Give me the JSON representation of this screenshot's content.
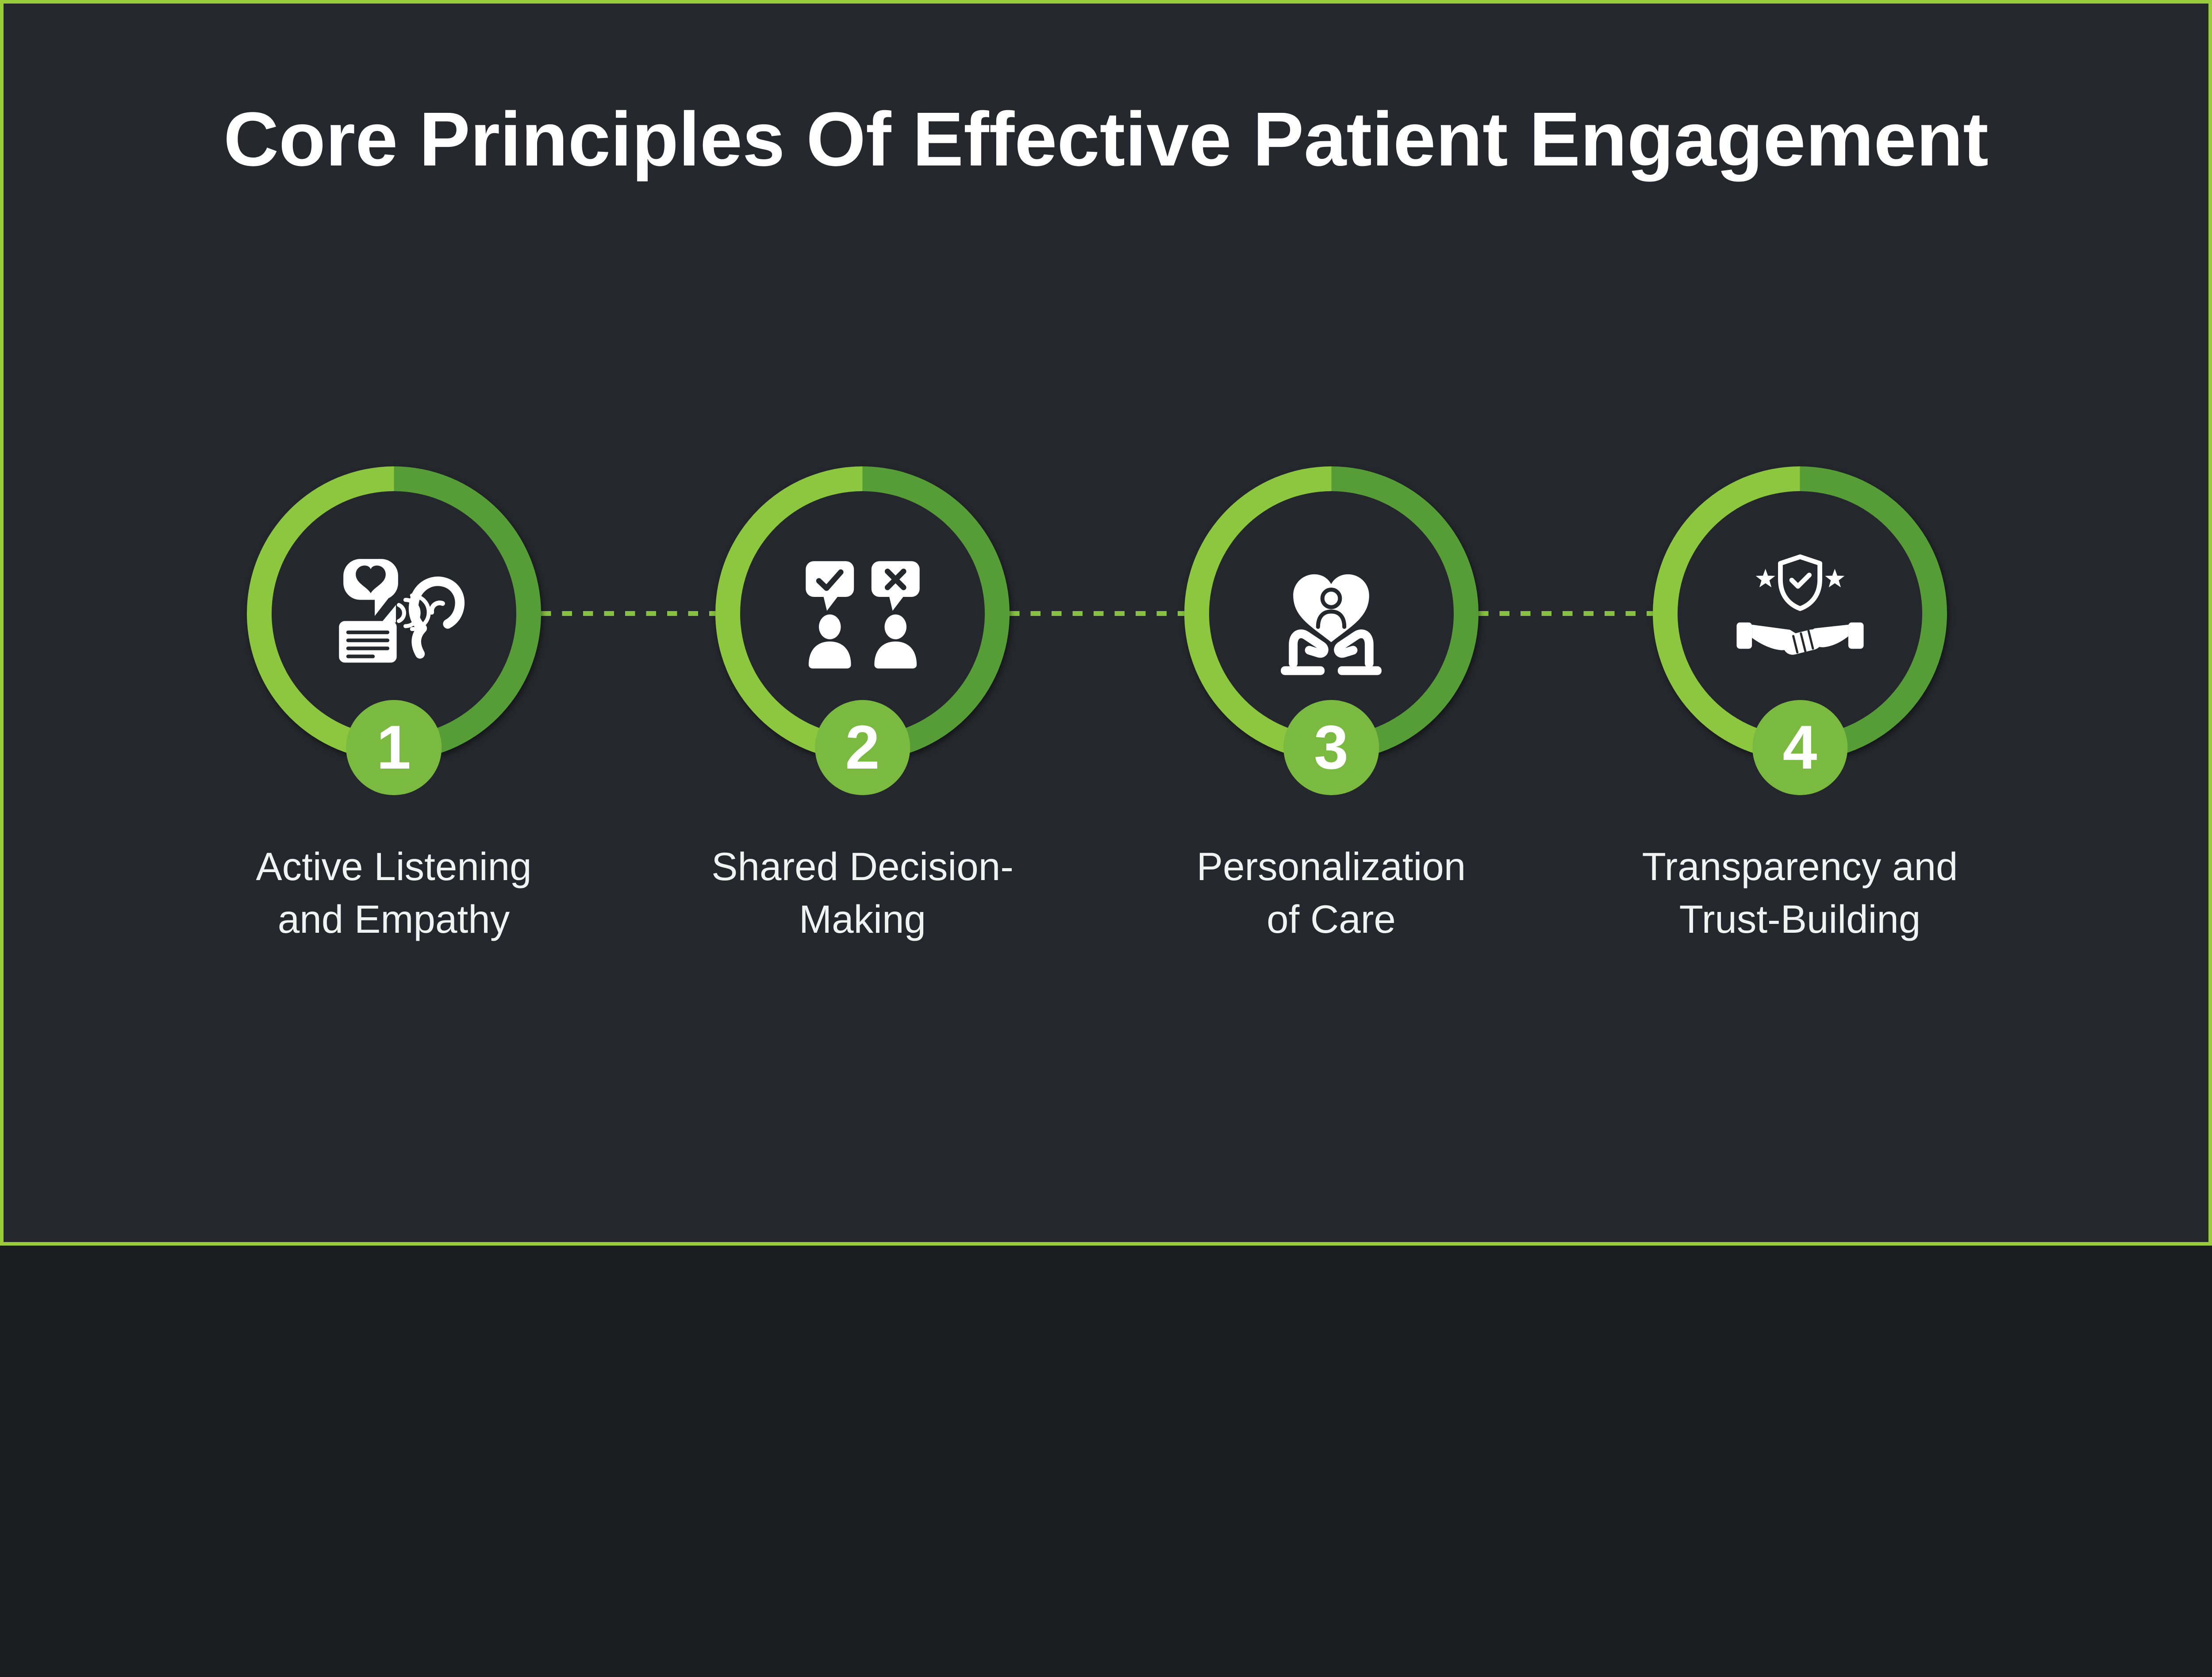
{
  "header": {
    "title": "Core Principles Of Effective Patient Engagement"
  },
  "steps": [
    {
      "number": "1",
      "label_lines": [
        "Active Listening",
        "and Empathy"
      ],
      "icon": "active-listening-icon"
    },
    {
      "number": "2",
      "label_lines": [
        "Shared Decision-",
        "Making"
      ],
      "icon": "shared-decision-icon"
    },
    {
      "number": "3",
      "label_lines": [
        "Personalization",
        "of Care"
      ],
      "icon": "personalized-care-icon"
    },
    {
      "number": "4",
      "label_lines": [
        "Transparency and",
        "Trust-Building"
      ],
      "icon": "trust-handshake-icon"
    }
  ],
  "colors": {
    "background": "#24272B",
    "page_border": "#9ACB3B",
    "ring_light": "#8DC63F",
    "ring_dark": "#569D38",
    "badge_green": "#7BBA41",
    "connector_green": "#86C23F",
    "title_white": "#FFFFFF",
    "label_white": "#F1F2F2"
  }
}
